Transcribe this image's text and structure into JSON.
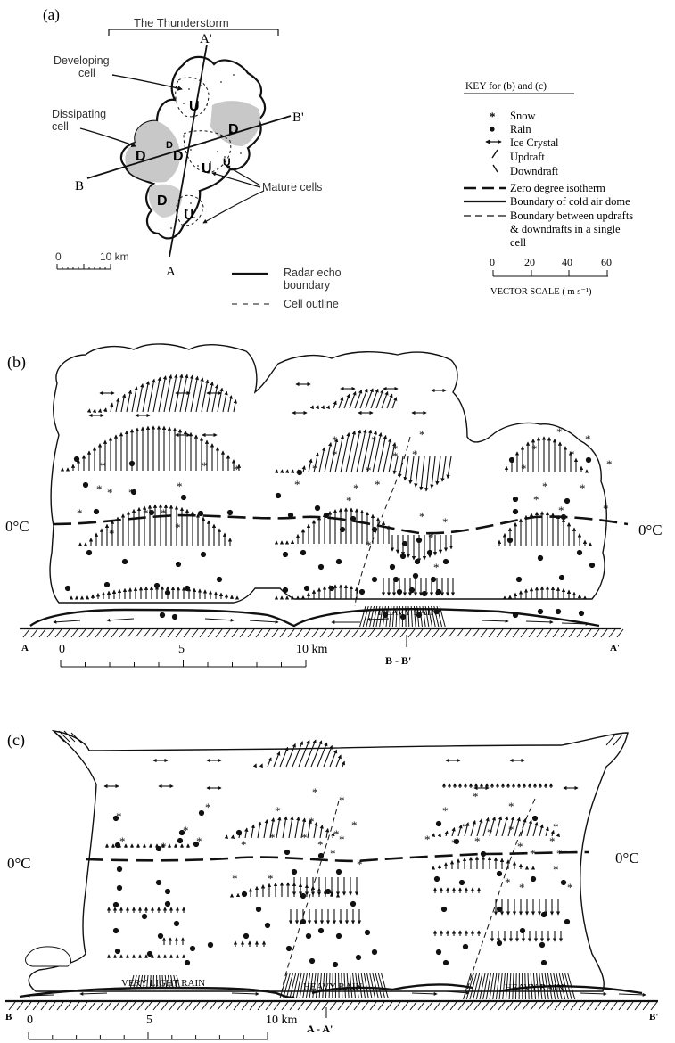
{
  "panel_a": {
    "label": "(a)",
    "title": "The Thunderstorm",
    "developing_cell": [
      "Developing",
      "cell"
    ],
    "dissipating_cell": [
      "Dissipating",
      "cell"
    ],
    "mature_cells": "Mature cells",
    "a_prime": "A'",
    "b_prime": "B'",
    "a": "A",
    "b": "B",
    "cell_letter_u": "U",
    "cell_letter_d": "D",
    "scale_zero": "0",
    "scale_km": "10 km",
    "legend_radar": [
      "Radar echo",
      "boundary"
    ],
    "legend_cell": "Cell outline"
  },
  "key": {
    "title": "KEY for (b) and (c)",
    "items": [
      {
        "symbol": "snow",
        "label": "Snow"
      },
      {
        "symbol": "rain",
        "label": "Rain"
      },
      {
        "symbol": "ice",
        "label": "Ice Crystal"
      },
      {
        "symbol": "updraft",
        "label": "Updraft"
      },
      {
        "symbol": "downdraft",
        "label": "Downdraft"
      },
      {
        "symbol": "zero-isotherm",
        "label": "Zero degree isotherm"
      },
      {
        "symbol": "cold-dome",
        "label": "Boundary of cold air dome"
      },
      {
        "symbol": "up-down-boundary",
        "label": "Boundary between updrafts"
      }
    ],
    "boundary_cont_1": "& downdrafts in a single",
    "boundary_cont_2": "cell",
    "vector_ticks": [
      "0",
      "20",
      "40",
      "60"
    ],
    "vector_label": "VECTOR SCALE ( m s⁻¹)"
  },
  "panel_b": {
    "label": "(b)",
    "zero_left": "0°C",
    "zero_right": "0°C",
    "heavy_rain": "HEAVY RAIN",
    "end_left": "A",
    "end_right": "A'",
    "scale_0": "0",
    "scale_5": "5",
    "scale_10": "10 km",
    "section": "B - B'"
  },
  "panel_c": {
    "label": "(c)",
    "zero_left": "0°C",
    "zero_right": "0°C",
    "very_light_rain": "VERY LIGHT RAIN",
    "heavy_rain_1": "HEAVY RAIN",
    "heavy_rain_2": "HEAVY RAIN",
    "end_left": "B",
    "end_right": "B'",
    "scale_0": "0",
    "scale_5": "5",
    "scale_10": "10 km",
    "section": "A - A'"
  }
}
